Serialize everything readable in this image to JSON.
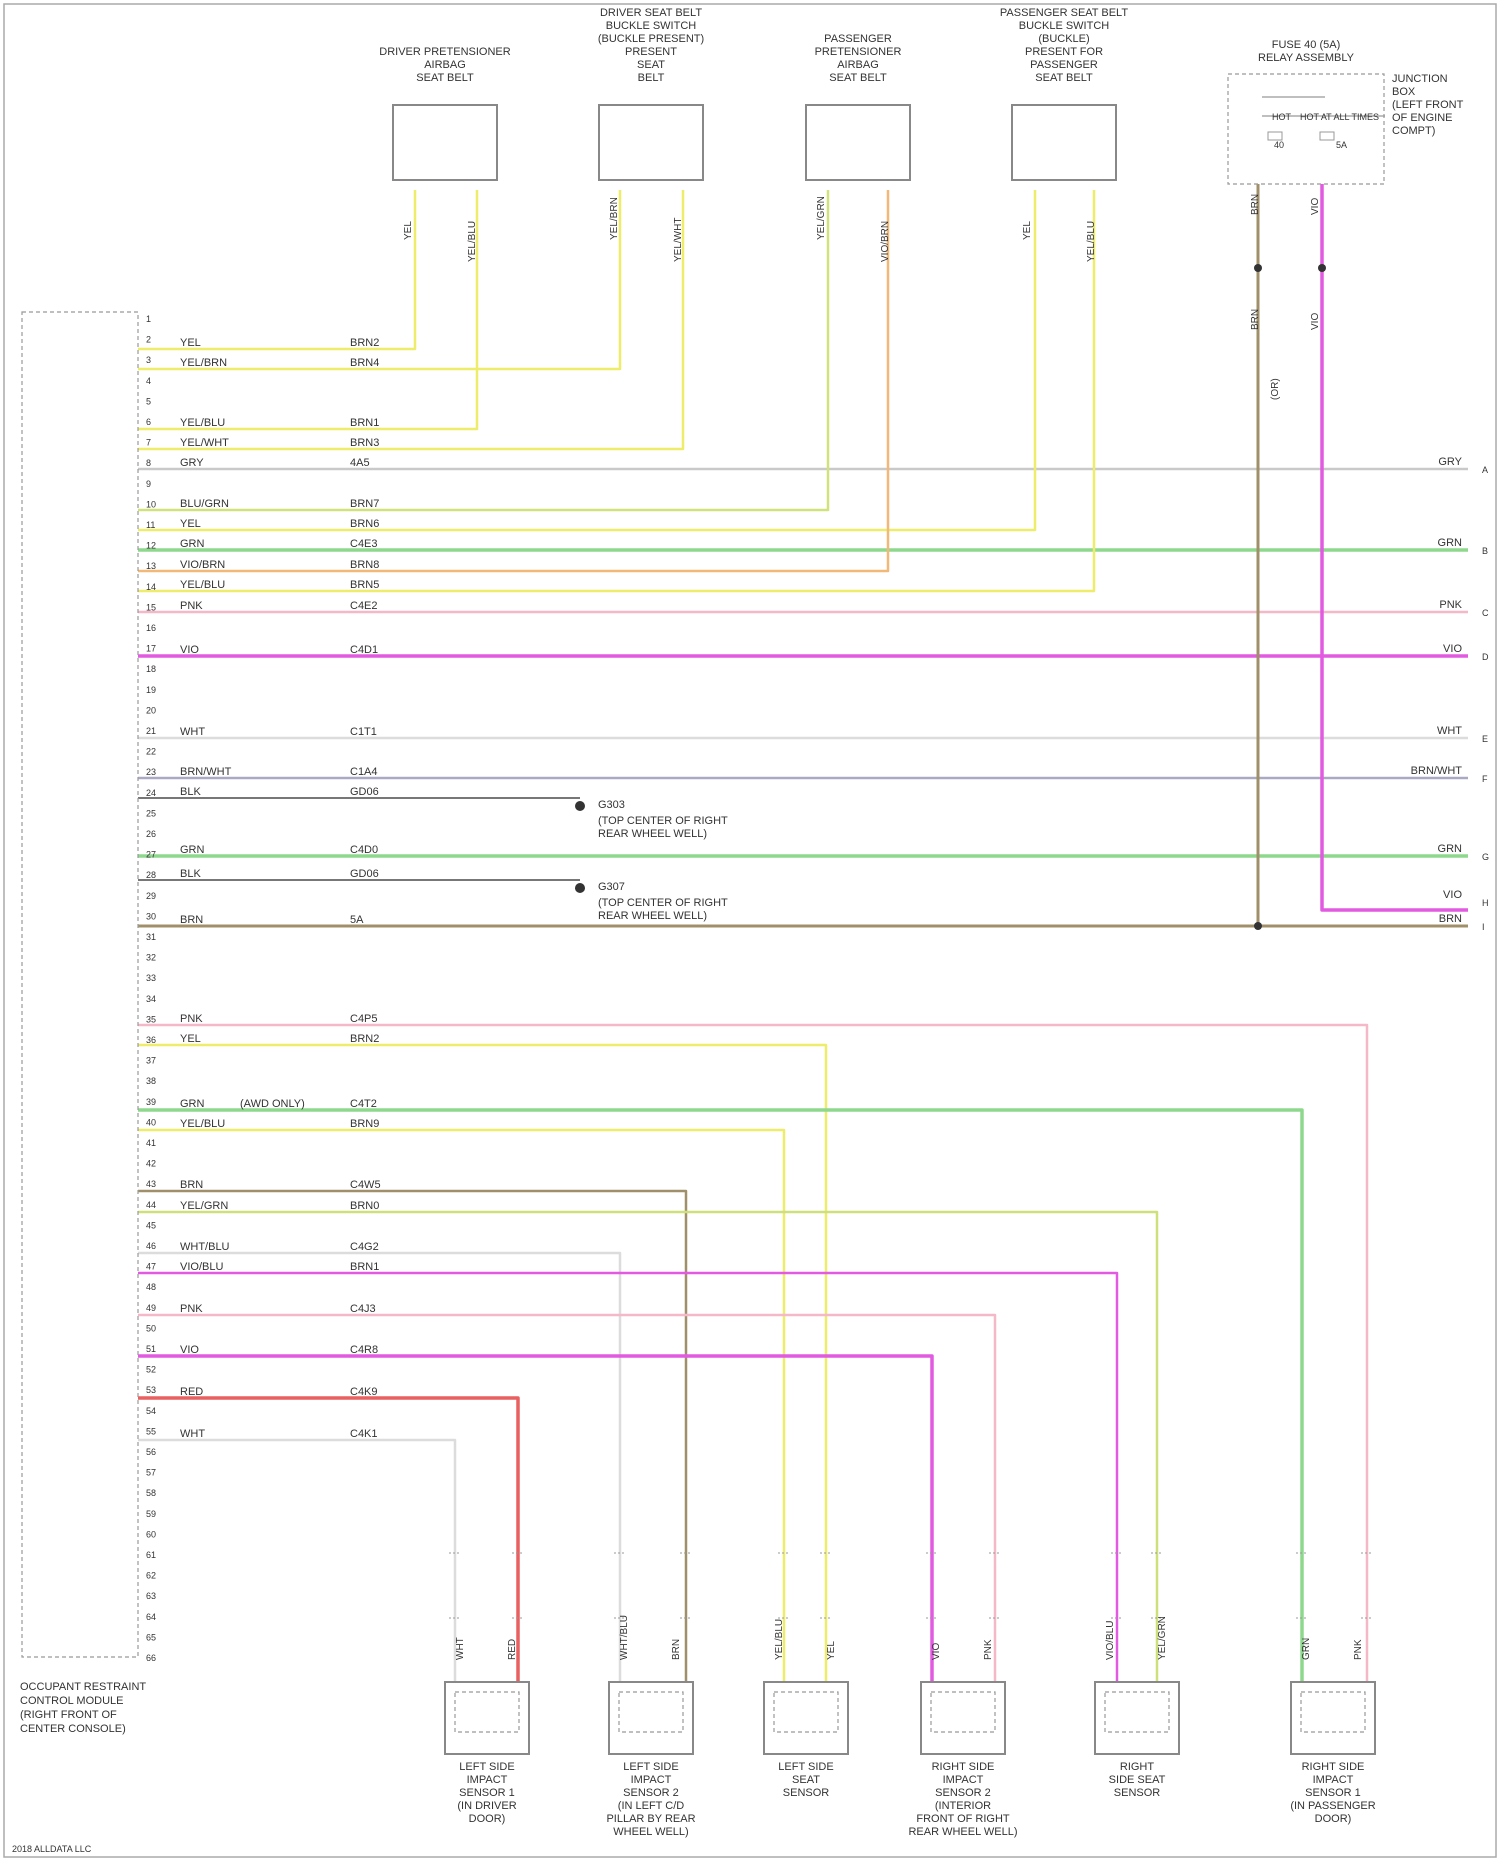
{
  "page": {
    "credit": "2018 ALLDATA LLC"
  },
  "colors": {
    "YEL": "#eded6a",
    "YEL_GRN": "#cde07a",
    "VIO_WHT": "#cfe08a",
    "VIO_BRN": "#f2b877",
    "GRY": "#c9c9c9",
    "BLU_GRN": "#d0e27a",
    "GRN": "#8ed88e",
    "PNK": "#f4b8c8",
    "VIO": "#e15ae1",
    "WHT": "#dcdcdc",
    "BRN_WHT": "#a9a9c4",
    "BLK": "#777777",
    "BRN": "#a0906a",
    "RED": "#e86060"
  },
  "sensors": [
    {
      "title": "DRIVER PRETENSIONER\nAIRBAG\nSEAT BELT",
      "wire_a": "YEL",
      "wire_b": "YEL/BLU"
    },
    {
      "title": "DRIVER SEAT BELT\nBUCKLE SWITCH\n(BUCKLE PRESENT)\nPRESENT\nSEAT\nBELT",
      "wire_a": "YEL/BRN",
      "wire_b": "YEL/WHT"
    },
    {
      "title": "PASSENGER\nPRETENSIONER\nAIRBAG\nSEAT BELT",
      "wire_a": "YEL/GRN",
      "wire_b": "VIO/BRN"
    },
    {
      "title": "PASSENGER SEAT BELT\nBUCKLE SWITCH\n(BUCKLE)\nPRESENT FOR\nPASSENGER\nSEAT BELT",
      "wire_a": "YEL",
      "wire_b": "YEL/BLU"
    }
  ],
  "fuse_box": {
    "title": "FUSE 40 (5A)\nRELAY ASSEMBLY",
    "notes": "JUNCTION\nBOX\n(LEFT FRONT\nOF ENGINE\nCOMPT)",
    "wires": [
      "BRN",
      "VIO"
    ],
    "inner": [
      "HOT",
      "HOT AT ALL TIMES",
      "40",
      "5A"
    ],
    "lower_wire_label": "BRN",
    "lower_wire_label_b": "VIO",
    "lower_note": "(OR)"
  },
  "module": {
    "title": "OCCUPANT RESTRAINT\nCONTROL MODULE\n(RIGHT FRONT OF\nCENTER CONSOLE)"
  },
  "upper_wires": [
    {
      "pin": "1",
      "color": "YEL",
      "circuit": "BRN2"
    },
    {
      "pin": "2",
      "color": "YEL/BRN",
      "circuit": "BRN4"
    },
    {
      "pin": "5",
      "color": "YEL/BLU",
      "circuit": "BRN1"
    },
    {
      "pin": "6",
      "color": "YEL/WHT",
      "circuit": "BRN3"
    },
    {
      "pin": "8",
      "color": "GRY",
      "circuit": "4A5"
    },
    {
      "pin": "9",
      "color": "BLU/GRN",
      "circuit": "BRN7"
    },
    {
      "pin": "10",
      "color": "YEL",
      "circuit": "BRN6"
    },
    {
      "pin": "11",
      "color": "GRN",
      "circuit": "C4E3"
    },
    {
      "pin": "12",
      "color": "VIO/BRN",
      "circuit": "BRN8"
    },
    {
      "pin": "13",
      "color": "YEL/BLU",
      "circuit": "BRN5"
    },
    {
      "pin": "14",
      "color": "PNK",
      "circuit": "C4E2"
    },
    {
      "pin": "16",
      "color": "VIO",
      "circuit": "C4D1"
    },
    {
      "pin": "20",
      "color": "WHT",
      "circuit": "C1T1"
    },
    {
      "pin": "22",
      "color": "BRN/WHT",
      "circuit": "C1A4"
    },
    {
      "pin": "23",
      "color": "BLK",
      "circuit": "GD06"
    },
    {
      "pin": "25",
      "color": "GRN",
      "circuit": "C4D0"
    },
    {
      "pin": "26",
      "color": "BLK",
      "circuit": "GD06"
    },
    {
      "pin": "27",
      "color": "BRN",
      "circuit": "5A"
    }
  ],
  "right_labels": [
    {
      "text": "GRY",
      "arrow": "A"
    },
    {
      "text": "GRN",
      "arrow": "B"
    },
    {
      "text": "PNK",
      "arrow": "C"
    },
    {
      "text": "VIO",
      "arrow": "D"
    },
    {
      "text": "WHT",
      "arrow": "E"
    },
    {
      "text": "BRN/WHT",
      "arrow": "F"
    },
    {
      "text": "GRN",
      "arrow": "G"
    },
    {
      "text": "VIO",
      "arrow": "H"
    },
    {
      "text": "BRN",
      "arrow": "I"
    }
  ],
  "grounds": [
    {
      "id": "G303",
      "note": "(TOP CENTER OF RIGHT\nREAR WHEEL WELL)"
    },
    {
      "id": "G307",
      "note": "(TOP CENTER OF RIGHT\nREAR WHEEL WELL)"
    }
  ],
  "lower_wires": [
    {
      "pin": "33",
      "color": "PNK",
      "circuit": "C4P5"
    },
    {
      "pin": "34",
      "color": "YEL",
      "circuit": "BRN2"
    },
    {
      "pin": "37",
      "color": "GRN",
      "circuit": "C4T2",
      "extra": "(AWD ONLY)"
    },
    {
      "pin": "38",
      "color": "YEL/BLU",
      "circuit": "BRN9"
    },
    {
      "pin": "41",
      "color": "BRN",
      "circuit": "C4W5"
    },
    {
      "pin": "42",
      "color": "YEL/GRN",
      "circuit": "BRN0"
    },
    {
      "pin": "44",
      "color": "WHT/BLU",
      "circuit": "C4G2"
    },
    {
      "pin": "45",
      "color": "VIO/BLU",
      "circuit": "BRN1"
    },
    {
      "pin": "47",
      "color": "PNK",
      "circuit": "C4J3"
    },
    {
      "pin": "49",
      "color": "VIO",
      "circuit": "C4R8"
    },
    {
      "pin": "51",
      "color": "RED",
      "circuit": "C4K9"
    },
    {
      "pin": "53",
      "color": "WHT",
      "circuit": "C4K1"
    }
  ],
  "lower_sensors": [
    {
      "title": "LEFT SIDE\nIMPACT\nSENSOR 1\n(IN DRIVER\nDOOR)",
      "wire_a": "WHT",
      "wire_b": "RED"
    },
    {
      "title": "LEFT SIDE\nIMPACT\nSENSOR 2\n(IN LEFT C/D\nPILLAR BY REAR\nWHEEL WELL)",
      "wire_a": "WHT/BLU",
      "wire_b": "BRN"
    },
    {
      "title": "LEFT SIDE\nSEAT\nSENSOR",
      "wire_a": "YEL/BLU",
      "wire_b": "YEL"
    },
    {
      "title": "RIGHT SIDE\nIMPACT\nSENSOR 2\n(INTERIOR\nFRONT OF RIGHT\nREAR WHEEL WELL)",
      "wire_a": "VIO",
      "wire_b": "PNK"
    },
    {
      "title": "RIGHT\nSIDE SEAT\nSENSOR",
      "wire_a": "VIO/BLU",
      "wire_b": "YEL/GRN"
    },
    {
      "title": "RIGHT SIDE\nIMPACT\nSENSOR 1\n(IN PASSENGER\nDOOR)",
      "wire_a": "GRN",
      "wire_b": "PNK"
    }
  ]
}
